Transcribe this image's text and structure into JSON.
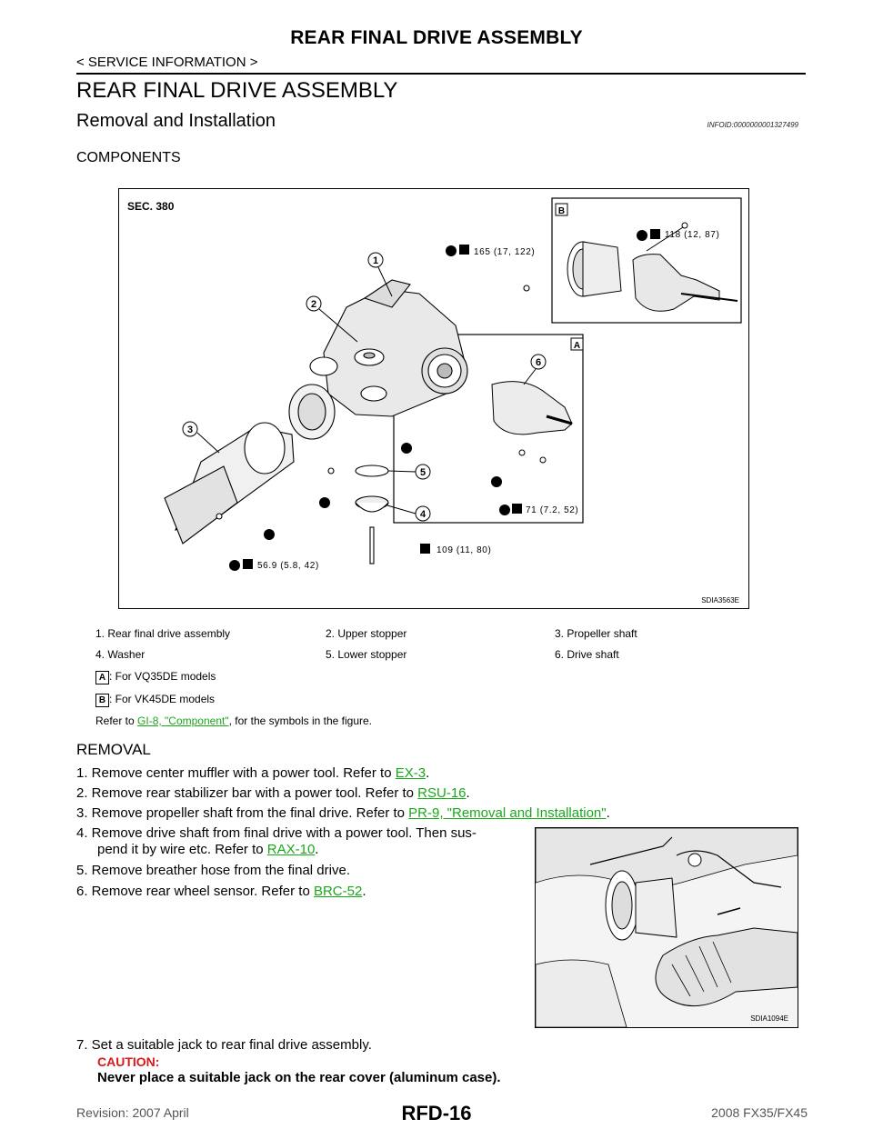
{
  "header": {
    "title": "REAR FINAL DRIVE ASSEMBLY",
    "breadcrumb": "< SERVICE INFORMATION >"
  },
  "section": {
    "title": "REAR FINAL DRIVE ASSEMBLY",
    "subtitle": "Removal and Installation",
    "info_id": "INFOID:0000000001327499",
    "components_heading": "COMPONENTS"
  },
  "figure1": {
    "sec_label": "SEC. 380",
    "box_b": "B",
    "box_a": "A",
    "code": "SDIA3563E",
    "callouts": [
      "1",
      "2",
      "3",
      "4",
      "5",
      "6"
    ],
    "torques": {
      "t1": "165 (17, 122)",
      "t2": "118 (12, 87)",
      "t3": "71 (7.2, 52)",
      "t4": "109 (11, 80)",
      "t5": "56.9 (5.8, 42)"
    }
  },
  "legend": {
    "items": [
      "1.   Rear final drive assembly",
      "2.   Upper stopper",
      "3.   Propeller shaft",
      "4.   Washer",
      "5.   Lower stopper",
      "6.   Drive shaft"
    ],
    "box_a": "A",
    "box_b": "B",
    "note_a": ": For VQ35DE models",
    "note_b": ": For VK45DE models",
    "refer_prefix": "Refer to ",
    "refer_link": "GI-8, \"Component\"",
    "refer_suffix": ", for the symbols in the figure."
  },
  "removal": {
    "heading": "REMOVAL",
    "step1_text": "1.  Remove center muffler with a power tool. Refer to ",
    "step1_link": "EX-3",
    "step2_text": "2.  Remove rear stabilizer bar with a power tool. Refer to ",
    "step2_link": "RSU-16",
    "step3_text": "3.  Remove propeller shaft from the final drive. Refer to ",
    "step3_link": "PR-9, \"Removal and Installation\"",
    "step4_line1": "4.  Remove drive shaft from final drive with a power tool. Then sus-",
    "step4_line2": "pend it by wire etc. Refer to ",
    "step4_link": "RAX-10",
    "step5_text": "5.  Remove breather hose from the final drive.",
    "step6_text": "6.  Remove rear wheel sensor. Refer to ",
    "step6_link": "BRC-52",
    "step7_text": "7.  Set a suitable jack to rear final drive assembly.",
    "caution_label": "CAUTION:",
    "caution_text": "Never place a suitable jack on the rear cover (aluminum case).",
    "period": "."
  },
  "figure2": {
    "code": "SDIA1094E"
  },
  "footer": {
    "revision": "Revision: 2007 April",
    "page": "RFD-16",
    "model": "2008 FX35/FX45"
  }
}
